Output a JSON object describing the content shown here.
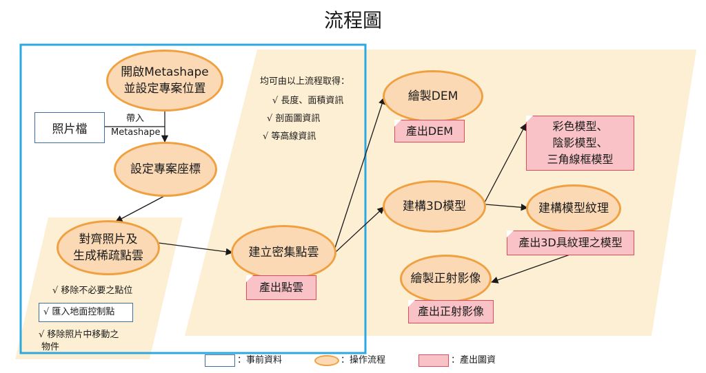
{
  "title": "流程圖",
  "nodes": {
    "open_metashape": "開啟Metashape\n並設定專案位置",
    "set_coordinates": "設定專案座標",
    "align_photos": "對齊照片及\n生成稀疏點雲",
    "dense_cloud": "建立密集點雲",
    "draw_dem": "繪製DEM",
    "build_3d_model": "建構3D模型",
    "build_texture": "建構模型紋理",
    "draw_ortho": "繪製正射影像"
  },
  "outputs": {
    "point_cloud": "產出點雲",
    "dem": "產出DEM",
    "models": "彩色模型、\n陰影模型、\n三角線框模型",
    "textured_model": "產出3D具紋理之模型",
    "ortho": "產出正射影像"
  },
  "photo_file": "照片檔",
  "import_label_top": "帶入",
  "import_label_bottom": "Metashape",
  "sparse_notes": {
    "n1": "√ 移除不必要之點位",
    "n2": "√ 匯入地面控制點",
    "n3a": "√ 移除照片中移動之",
    "n3b": "物件"
  },
  "process_notes": {
    "header": "均可由以上流程取得：",
    "n1": "√ 長度、面積資訊",
    "n2": "√ 剖面圖資訊",
    "n3": "√ 等高線資訊"
  },
  "legend": {
    "data": "：事前資料",
    "process": "：操作流程",
    "output": "：產出圖資"
  },
  "colors": {
    "process_fill": "#fbd9b5",
    "process_border": "#f0a040",
    "output_fill": "#f8c2c6",
    "output_border": "#e24a55",
    "data_border": "#3a6ea5",
    "frame": "#29a9e0",
    "panel": "#fdefd3"
  }
}
